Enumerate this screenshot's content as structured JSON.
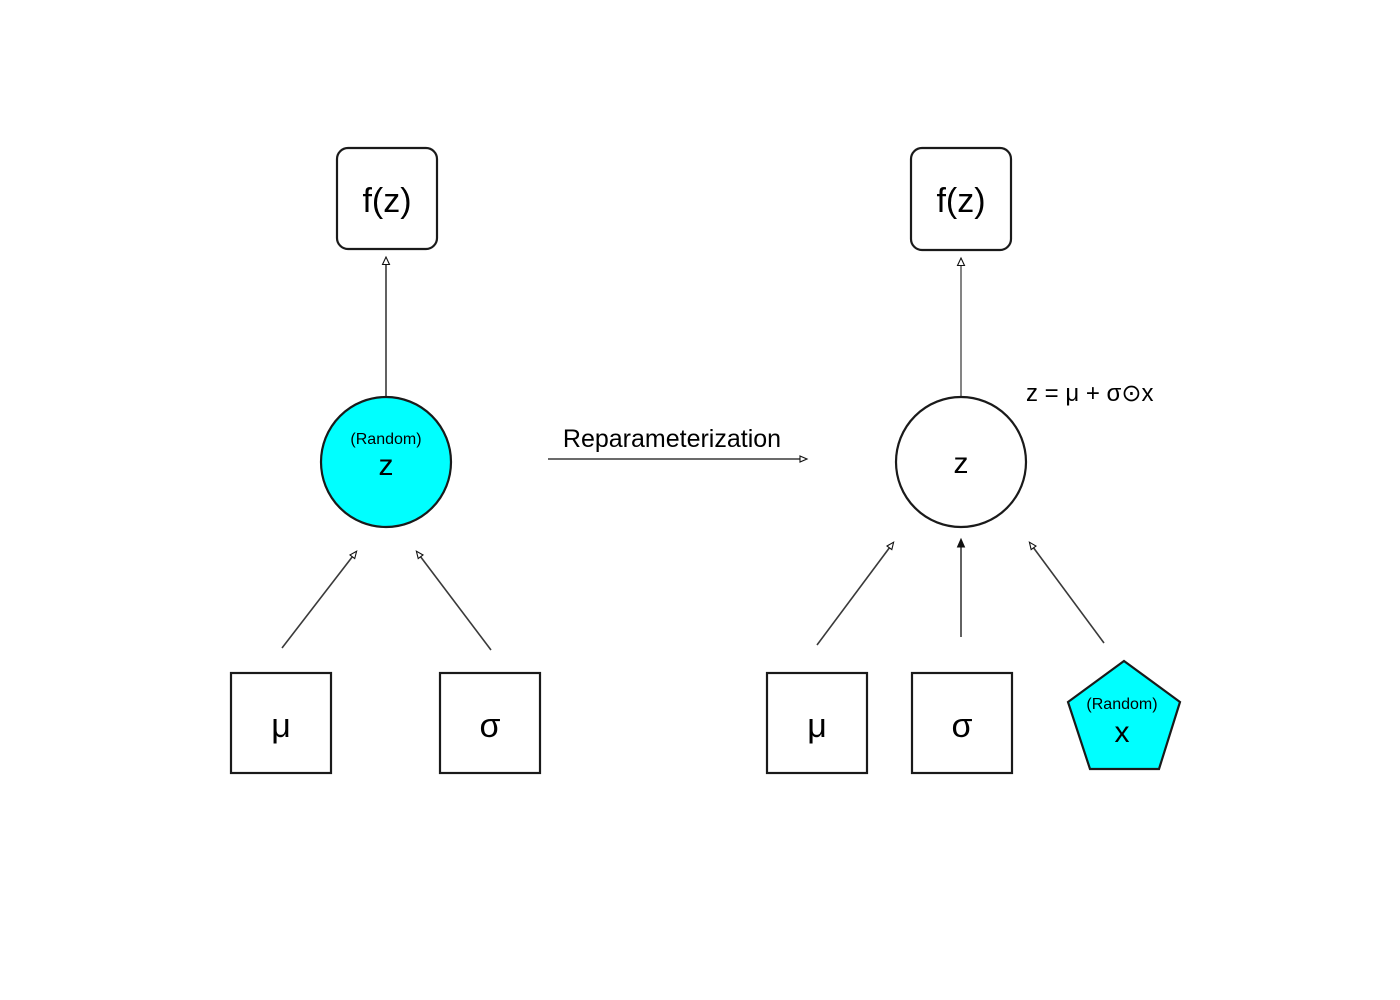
{
  "diagram": {
    "title_text": "Reparameterization",
    "equation": "z = μ + σ⊙x",
    "colors": {
      "random_fill": "#00ffff",
      "shape_stroke": "#1a1a1a",
      "edge_stroke": "#3a3a3a",
      "background": "#ffffff"
    },
    "left_panel": {
      "output_node": {
        "label": "f(z)",
        "shape": "rounded-rect"
      },
      "latent_node": {
        "label": "z",
        "annotation": "(Random)",
        "shape": "circle",
        "fill": "#00ffff"
      },
      "inputs": [
        {
          "label": "μ",
          "shape": "rect"
        },
        {
          "label": "σ",
          "shape": "rect"
        }
      ]
    },
    "right_panel": {
      "output_node": {
        "label": "f(z)",
        "shape": "rounded-rect"
      },
      "latent_node": {
        "label": "z",
        "annotation": "",
        "shape": "circle",
        "fill": "#ffffff"
      },
      "inputs": [
        {
          "label": "μ",
          "shape": "rect"
        },
        {
          "label": "σ",
          "shape": "rect"
        },
        {
          "label": "x",
          "annotation": "(Random)",
          "shape": "pentagon",
          "fill": "#00ffff"
        }
      ]
    }
  }
}
